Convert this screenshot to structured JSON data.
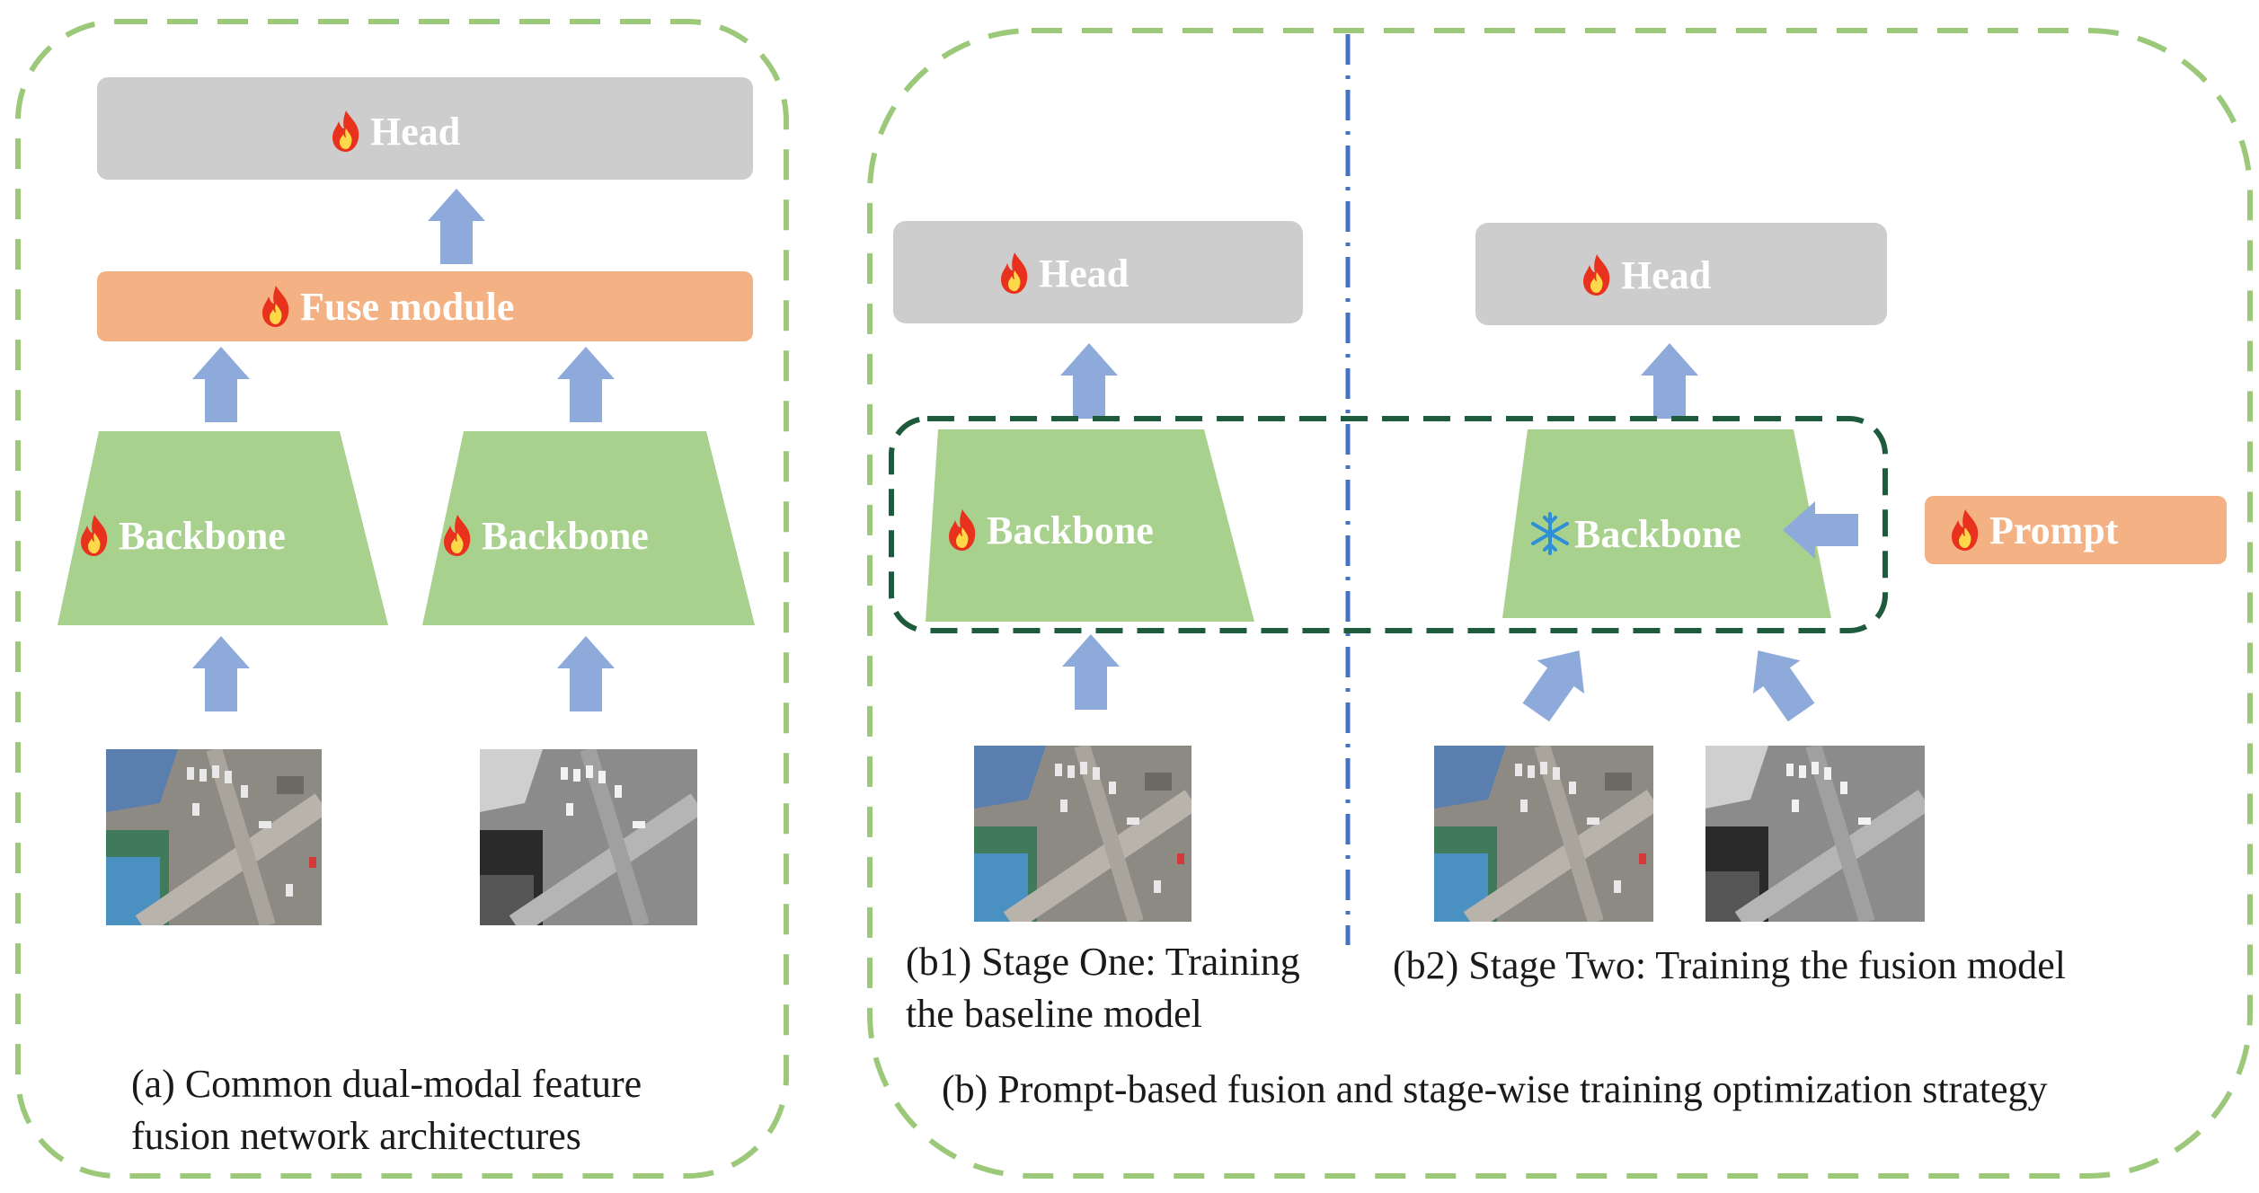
{
  "panel_a": {
    "head": "Head",
    "fuse": "Fuse module",
    "backbone_1": "Backbone",
    "backbone_2": "Backbone",
    "caption_line1": "(a) Common dual-modal feature",
    "caption_line2": "fusion network architectures"
  },
  "panel_b": {
    "b1": {
      "head": "Head",
      "backbone": "Backbone",
      "caption_line1": "(b1) Stage One: Training",
      "caption_line2": "the baseline model"
    },
    "b2": {
      "head": "Head",
      "backbone": "Backbone",
      "prompt": "Prompt",
      "caption": "(b2) Stage Two: Training the fusion model"
    },
    "caption": "(b) Prompt-based fusion and stage-wise training optimization strategy"
  },
  "colors": {
    "frame": "#9cc87a",
    "head": "#cdcdcd",
    "fuse": "#f4b183",
    "backbone": "#a8d18d",
    "arrow": "#8eaadb",
    "group_box": "#1e5a3c",
    "divider": "#4472c4",
    "fire": "#e8321e",
    "snow": "#2e8fd6"
  },
  "icons": [
    "fire-icon",
    "snowflake-icon",
    "arrow-up-icon",
    "arrow-left-icon"
  ]
}
